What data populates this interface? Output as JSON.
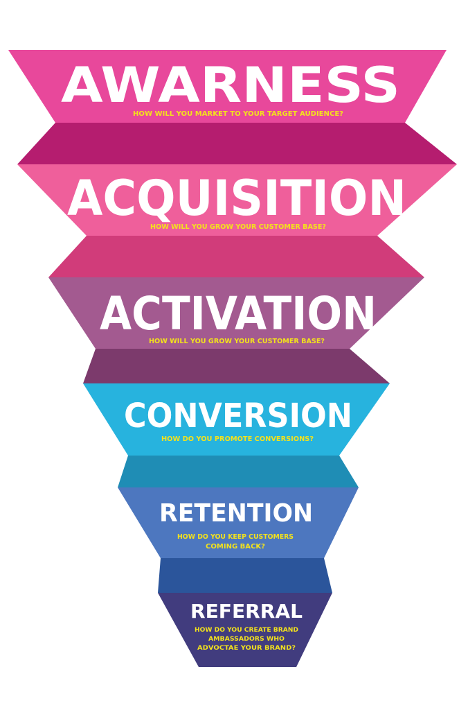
{
  "colors": {
    "background": "#ffffff",
    "subtitle": "#f3e21c",
    "title": "#ffffff"
  },
  "stages": [
    {
      "title": "AWARNESS",
      "subtitle_lines": [
        "HOW WILL YOU MARKET TO YOUR TARGET AUDIENCE?"
      ],
      "color": "#e8489b",
      "ribbon_color": "#b51d6f"
    },
    {
      "title": "ACQUISITION",
      "subtitle_lines": [
        "HOW WILL YOU GROW YOUR CUSTOMER BASE?"
      ],
      "color": "#ef5f9b",
      "ribbon_color": "#d13c7a"
    },
    {
      "title": "ACTIVATION",
      "subtitle_lines": [
        "HOW WILL YOU GROW YOUR CUSTOMER BASE?"
      ],
      "color": "#a35a90",
      "ribbon_color": "#7c3a6c"
    },
    {
      "title": "CONVERSION",
      "subtitle_lines": [
        "HOW DO YOU PROMOTE CONVERSIONS?"
      ],
      "color": "#27b3de",
      "ribbon_color": "#1f8db5"
    },
    {
      "title": "RETENTION",
      "subtitle_lines": [
        "HOW DO YOU KEEP CUSTOMERS",
        "COMING BACK?"
      ],
      "color": "#4d77bf",
      "ribbon_color": "#2b559b"
    },
    {
      "title": "REFERRAL",
      "subtitle_lines": [
        "HOW DO YOU CREATE BRAND",
        "AMBASSADORS WHO",
        "ADVOCTAE YOUR BRAND?"
      ],
      "color": "#413c7e",
      "ribbon_color": null
    }
  ]
}
